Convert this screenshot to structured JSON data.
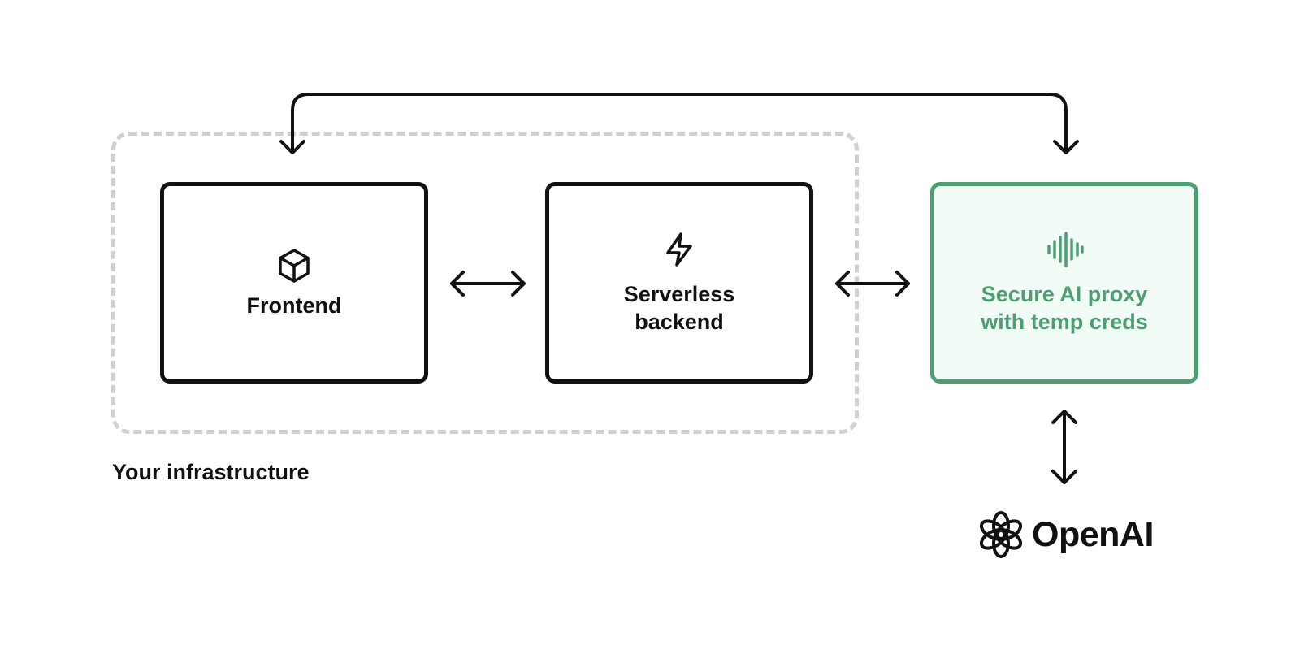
{
  "diagram": {
    "infrastructure_label": "Your infrastructure",
    "nodes": {
      "frontend": {
        "label": "Frontend",
        "icon": "cube-icon"
      },
      "backend": {
        "label": "Serverless\nbackend",
        "icon": "lightning-icon"
      },
      "proxy": {
        "label": "Secure AI proxy\nwith temp creds",
        "icon": "audio-wave-icon"
      }
    },
    "provider": {
      "name": "OpenAI",
      "icon": "openai-logo-icon"
    },
    "colors": {
      "stroke": "#111111",
      "accent": "#4d9e72",
      "accent_fill": "#f2fcf6",
      "dashed_border": "#d0d0d0"
    }
  }
}
